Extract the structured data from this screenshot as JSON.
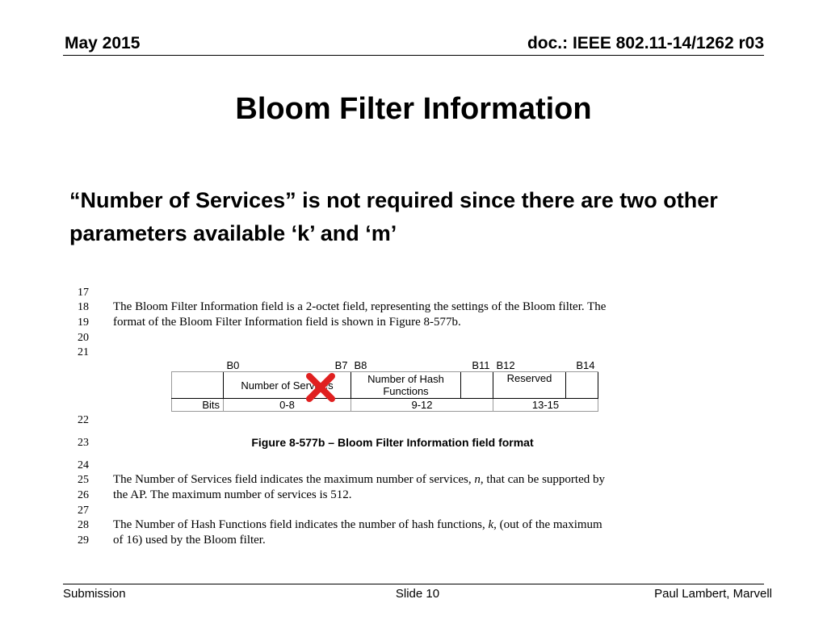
{
  "header": {
    "date": "May 2015",
    "doc_id": "doc.: IEEE 802.11-14/1262 r03"
  },
  "title": "Bloom Filter Information",
  "body_text": "“Number of Services” is not required since there are two other parameters available ‘k’ and ‘m’",
  "excerpt": {
    "line_numbers": [
      "17",
      "18",
      "19",
      "20",
      "21",
      "22",
      "23",
      "24",
      "25",
      "26",
      "27",
      "28",
      "29"
    ],
    "para1_line1": "The Bloom Filter Information field is a 2-octet field, representing the settings of the Bloom filter.  The",
    "para1_line2": "format of the Bloom Filter Information field is shown in Figure 8-577b.",
    "figure": {
      "bit_labels": [
        "B0",
        "B7",
        "B8",
        "B11",
        "B12",
        "B14"
      ],
      "field_names": [
        "Number of Services",
        "Number of Hash Functions",
        "Reserved"
      ],
      "bits_label": "Bits",
      "bit_ranges": [
        "0-8",
        "9-12",
        "13-15"
      ],
      "caption": "Figure 8-577b – Bloom Filter Information field format"
    },
    "para2_line1_a": "The Number of Services field indicates the maximum number of services, ",
    "para2_line1_var": "n",
    "para2_line1_b": ", that can be supported by",
    "para2_line2": "the AP. The maximum number of services is 512.",
    "para3_line1_a": "The Number of Hash Functions field indicates the number of hash functions, ",
    "para3_line1_var": "k",
    "para3_line1_b": ", (out of the maximum",
    "para3_line2": "of 16) used by the Bloom filter."
  },
  "footer": {
    "left": "Submission",
    "center": "Slide 10",
    "right": "Paul Lambert, Marvell"
  },
  "colors": {
    "xmark": "#e02020",
    "rule": "#000000"
  }
}
